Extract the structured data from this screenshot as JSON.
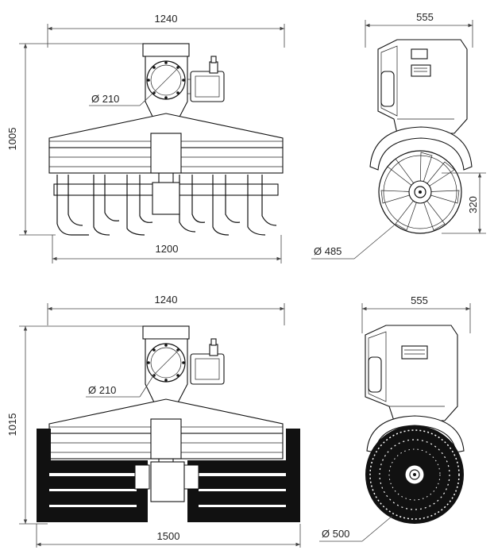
{
  "views": {
    "tiller_front": {
      "width_top": "1240",
      "height": "1005",
      "width_bottom": "1200",
      "hub_diameter": "Ø 210"
    },
    "tiller_side": {
      "width_top": "555",
      "wheel_height": "320",
      "rotor_diameter": "Ø 485"
    },
    "brush_front": {
      "width_top": "1240",
      "height": "1015",
      "width_bottom": "1500",
      "hub_diameter": "Ø 210"
    },
    "brush_side": {
      "width_top": "555",
      "brush_diameter": "Ø 500"
    }
  },
  "colors": {
    "ink": "#111111",
    "dimension": "#444444",
    "background": "#ffffff"
  }
}
